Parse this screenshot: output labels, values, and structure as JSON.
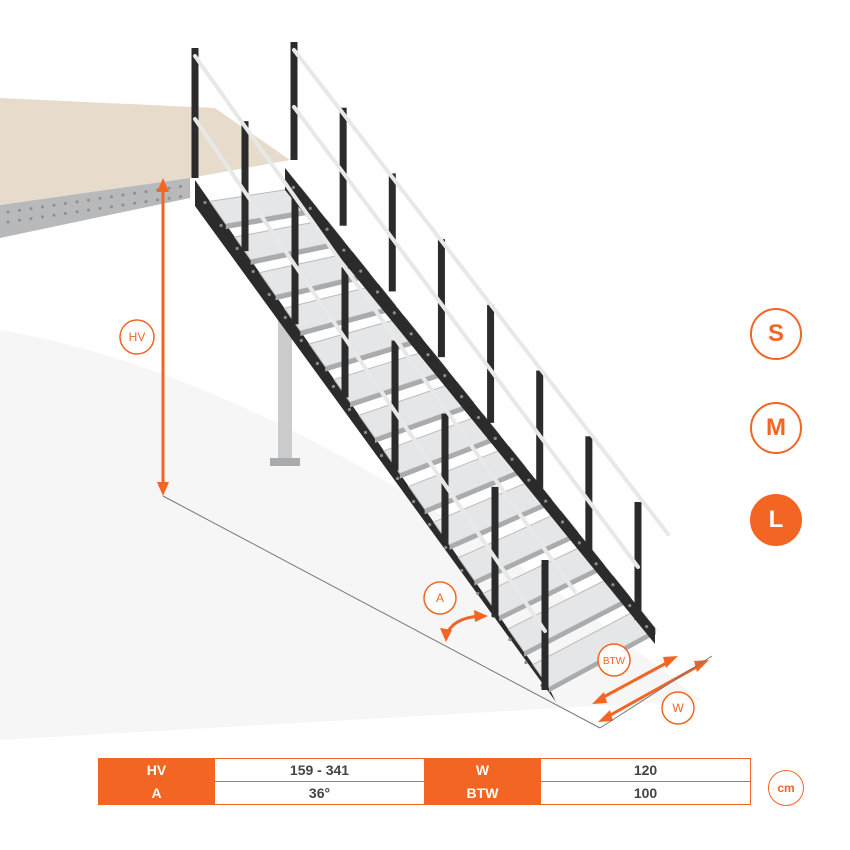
{
  "colors": {
    "accent": "#f26522",
    "stringer": "#2b2b2b",
    "tread": "#e4e6e8",
    "rail": "#e8e8e8",
    "platform_top": "#e7dccb",
    "platform_side": "#b7b9bb",
    "dimension_line": "#f26522"
  },
  "dimension_labels": {
    "hv": "HV",
    "a": "A",
    "btw": "BTW",
    "w": "W"
  },
  "size_options": [
    {
      "label": "S",
      "selected": false
    },
    {
      "label": "M",
      "selected": false
    },
    {
      "label": "L",
      "selected": true
    }
  ],
  "specs": {
    "rows": [
      [
        {
          "key": "HV",
          "value": "159 - 341"
        },
        {
          "key": "W",
          "value": "120"
        }
      ],
      [
        {
          "key": "A",
          "value": "36°"
        },
        {
          "key": "BTW",
          "value": "100"
        }
      ]
    ],
    "unit": "cm"
  }
}
